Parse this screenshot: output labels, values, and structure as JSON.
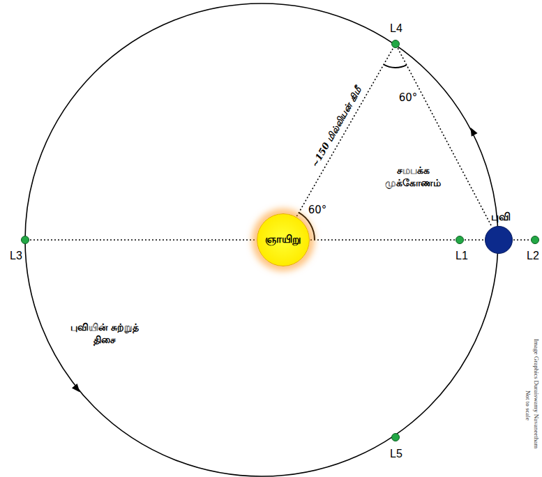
{
  "diagram": {
    "nodes": [
      {
        "text": [
          "L4"
        ]
      },
      {
        "text": [
          "L3"
        ]
      },
      {
        "text": [
          "ஞாயிறு"
        ]
      },
      {
        "text": [
          "L1"
        ]
      },
      {
        "text": [
          "புவி"
        ]
      },
      {
        "text": [
          "L2"
        ]
      },
      {
        "text": [
          "L5"
        ]
      }
    ],
    "edges": [
      {
        "from": 2,
        "to": 0,
        "arrow": "none",
        "label": "~150 மில்லியன் கிமீ"
      },
      {
        "from": 0,
        "to": 4,
        "arrow": "none"
      },
      {
        "from": 1,
        "to": 2,
        "arrow": "none"
      },
      {
        "from": 2,
        "to": 3,
        "arrow": "none"
      },
      {
        "from": 3,
        "to": 4,
        "arrow": "none"
      },
      {
        "from": 4,
        "to": 5,
        "arrow": "none"
      }
    ],
    "labels": [
      "60°",
      "60°",
      "சமபக்க முக்கோணம்",
      "புவியின் சுற்றுத் திசை",
      "Image Graphics Duraiswamy Navaneetham",
      "Not to scale"
    ]
  }
}
